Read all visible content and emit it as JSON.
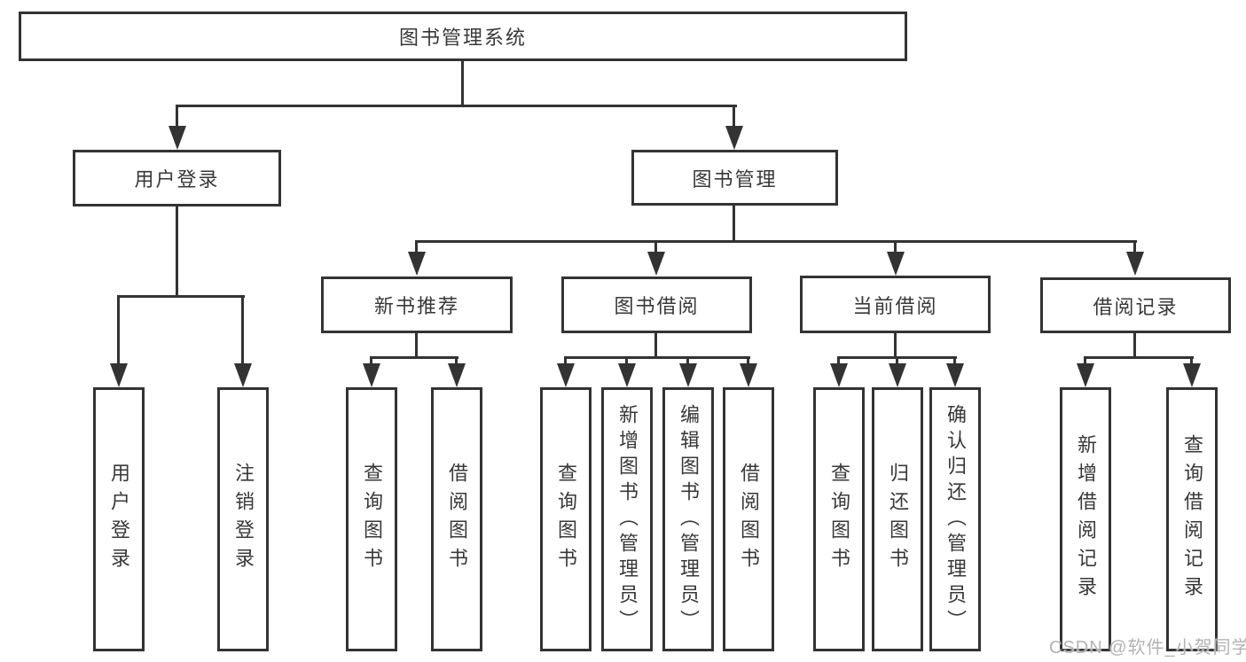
{
  "diagram": {
    "label": "图书管理系统",
    "children": [
      {
        "label": "用户登录",
        "children": [
          {
            "label": "用户登录"
          },
          {
            "label": "注销登录"
          }
        ]
      },
      {
        "label": "图书管理",
        "children": [
          {
            "label": "新书推荐",
            "children": [
              {
                "label": "查询图书"
              },
              {
                "label": "借阅图书"
              }
            ]
          },
          {
            "label": "图书借阅",
            "children": [
              {
                "label": "查询图书"
              },
              {
                "label": "新增图书（管理员）"
              },
              {
                "label": "编辑图书（管理员）"
              },
              {
                "label": "借阅图书"
              }
            ]
          },
          {
            "label": "当前借阅",
            "children": [
              {
                "label": "查询图书"
              },
              {
                "label": "归还图书"
              },
              {
                "label": "确认归还（管理员）"
              }
            ]
          },
          {
            "label": "借阅记录",
            "children": [
              {
                "label": "新增借阅记录"
              },
              {
                "label": "查询借阅记录"
              }
            ]
          }
        ]
      }
    ]
  },
  "watermark": {
    "text": "CSDN @软件_小贺同学"
  },
  "colors": {
    "line": "#333333",
    "text": "#383838",
    "background": "#ffffff",
    "watermark": "#b3b3b3"
  }
}
